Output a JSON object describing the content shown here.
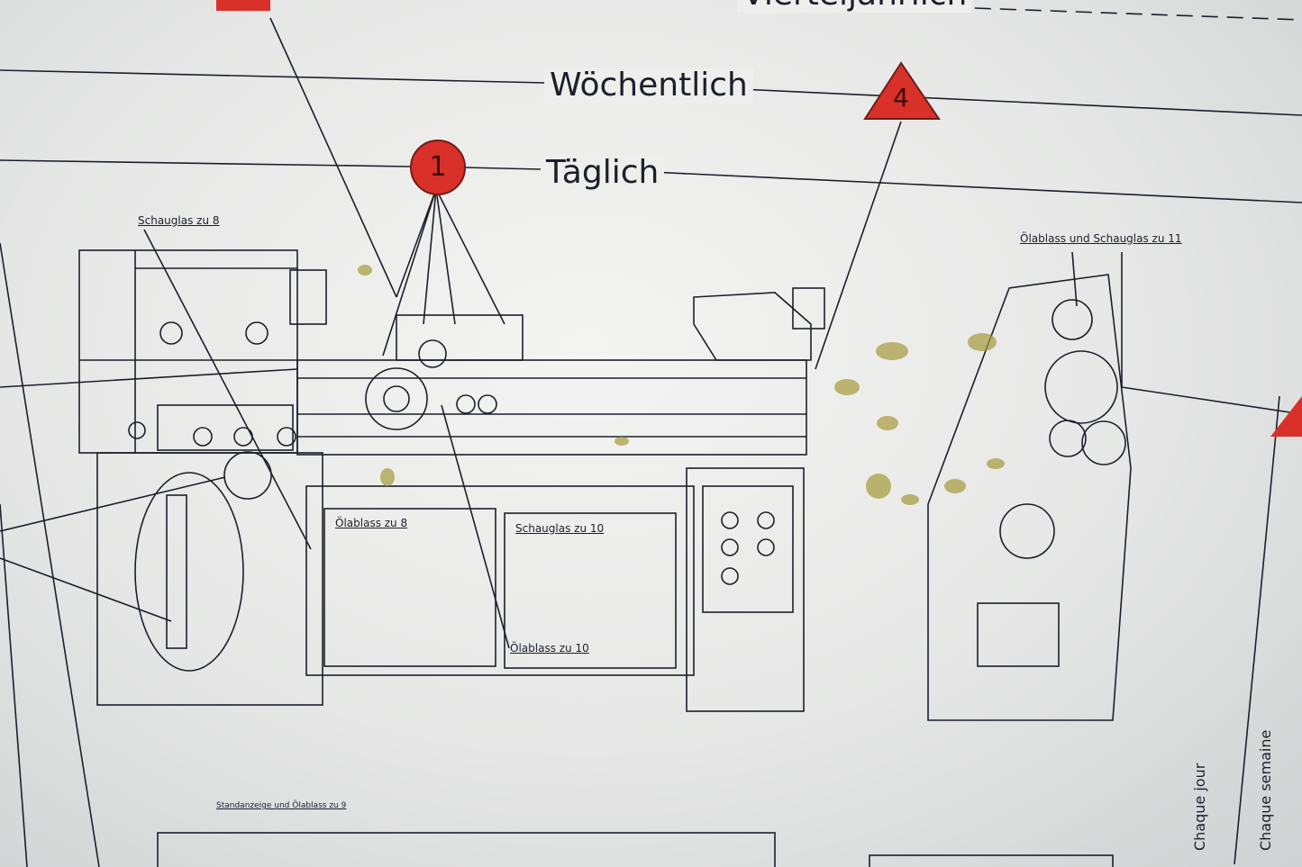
{
  "bands": {
    "top_partial": "Vierteljährlich",
    "weekly": "Wöchentlich",
    "daily": "Täglich"
  },
  "markers": {
    "circle": "1",
    "triangle": "4"
  },
  "callouts": {
    "schauglas_8": "Schauglas zu 8",
    "oelablass_schauglas_11": "Ölablass und Schauglas zu 11",
    "oelablass_8": "Ölablass zu 8",
    "schauglas_10": "Schauglas zu 10",
    "oelablass_10": "Ölablass zu 10",
    "bottom_callout": "Standanzeige und Ölablass zu 9"
  },
  "right_vertical": {
    "jour": "Chaque jour",
    "semaine": "Chaque semaine"
  },
  "colors": {
    "marker_red": "#d9302a",
    "ink": "#1c1f2a",
    "oil_stain": "#a59a3a"
  }
}
